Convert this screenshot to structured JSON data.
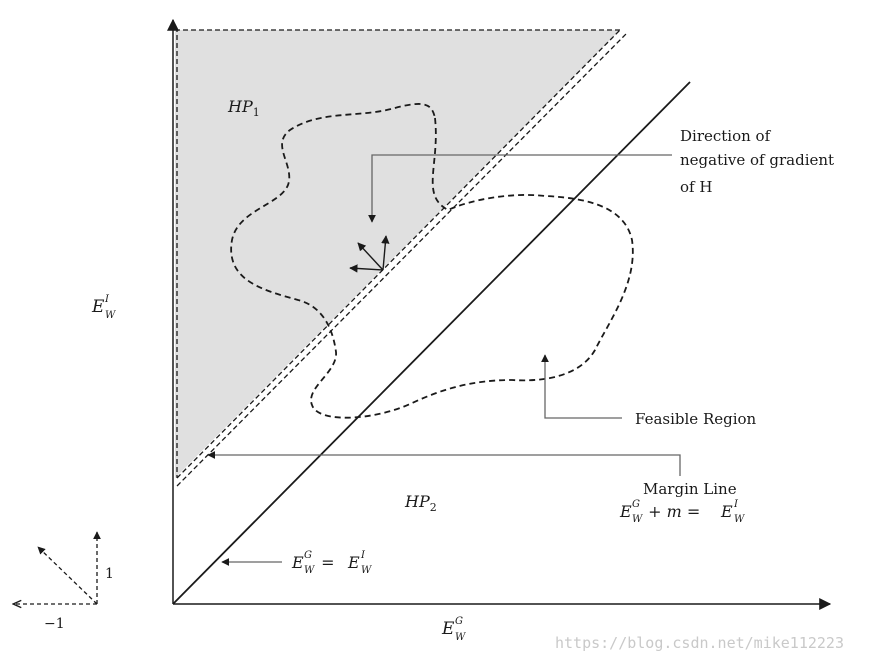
{
  "labels": {
    "hp1": {
      "main": "HP",
      "sub": "1"
    },
    "hp2": {
      "main": "HP",
      "sub": "2"
    },
    "y_axis": {
      "main": "E",
      "sup": "I",
      "sub": "W"
    },
    "x_axis": {
      "main": "E",
      "sup": "G",
      "sub": "W"
    },
    "direction": [
      "Direction of",
      "negative of gradient",
      "of H"
    ],
    "feasible": "Feasible Region",
    "margin_title": "Margin Line",
    "margin_eq": {
      "lhs": "E",
      "lhs_sup": "G",
      "lhs_sub": "W",
      "mid": " + m = ",
      "rhs": "E",
      "rhs_sup": "I",
      "rhs_sub": "W"
    },
    "diag_eq": {
      "lhs": "E",
      "lhs_sup": "G",
      "lhs_sub": "W",
      "mid": " = ",
      "rhs": "E",
      "rhs_sup": "I",
      "rhs_sub": "W"
    },
    "key_one": "1",
    "key_minus_one": "−1"
  },
  "watermark": "https://blog.csdn.net/mike112223",
  "colors": {
    "shaded_region": "#e0e0e0",
    "ink": "#1a1a1a",
    "leader": "#666666"
  }
}
